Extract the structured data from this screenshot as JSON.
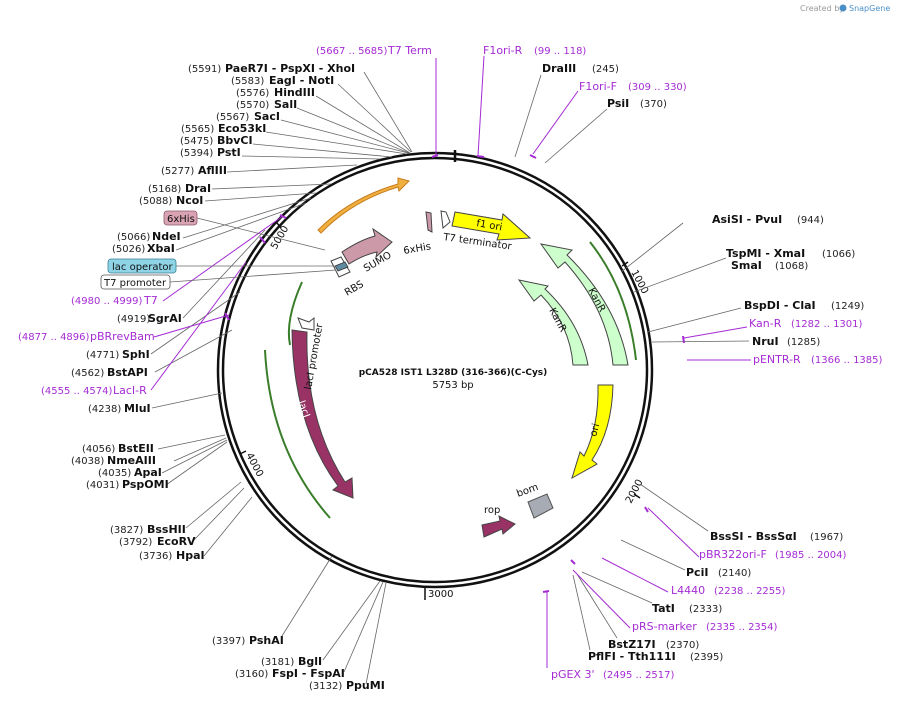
{
  "app": {
    "credit_prefix": "Created by",
    "credit_brand": "SnapGene"
  },
  "plasmid": {
    "name": "pCA528 IST1 L328D (316-366)(C-Cys)",
    "length_label": "5753 bp",
    "length": 5753
  },
  "ticks": [
    "1000",
    "2000",
    "3000",
    "4000",
    "5000"
  ],
  "right_enzymes": [
    {
      "name": "DraIII",
      "pos": "(245)"
    },
    {
      "name": "PsiI",
      "pos": "(370)"
    },
    {
      "name": "AsiSI  - PvuI",
      "pos": "(944)"
    },
    {
      "name": "TspMI  - XmaI",
      "pos": "(1066)"
    },
    {
      "name": "SmaI",
      "pos": "(1068)"
    },
    {
      "name": "BspDI  - ClaI",
      "pos": "(1249)"
    },
    {
      "name": "NruI",
      "pos": "(1285)"
    },
    {
      "name": "BssSI  - BssSαI",
      "pos": "(1967)"
    },
    {
      "name": "PciI",
      "pos": "(2140)"
    },
    {
      "name": "TatI",
      "pos": "(2333)"
    },
    {
      "name": "BstZ17I",
      "pos": "(2370)"
    },
    {
      "name": "PflFI  - Tth111I",
      "pos": "(2395)"
    }
  ],
  "left_enzymes": [
    {
      "pos": "(5591)",
      "name": "PaeR7I  - PspXI  - XhoI"
    },
    {
      "pos": "(5583)",
      "name": "EagI  - NotI"
    },
    {
      "pos": "(5576)",
      "name": "HindIII"
    },
    {
      "pos": "(5570)",
      "name": "SalI"
    },
    {
      "pos": "(5567)",
      "name": "SacI"
    },
    {
      "pos": "(5565)",
      "name": "Eco53kI"
    },
    {
      "pos": "(5475)",
      "name": "BbvCI"
    },
    {
      "pos": "(5394)",
      "name": "PstI"
    },
    {
      "pos": "(5277)",
      "name": "AflIII"
    },
    {
      "pos": "(5168)",
      "name": "DraI"
    },
    {
      "pos": "(5088)",
      "name": "NcoI"
    },
    {
      "pos": "(5066)",
      "name": "NdeI"
    },
    {
      "pos": "(5026)",
      "name": "XbaI"
    },
    {
      "pos": "(4919)",
      "name": "SgrAI"
    },
    {
      "pos": "(4771)",
      "name": "SphI"
    },
    {
      "pos": "(4562)",
      "name": "BstAPI"
    },
    {
      "pos": "(4238)",
      "name": "MluI"
    },
    {
      "pos": "(4056)",
      "name": "BstEII"
    },
    {
      "pos": "(4038)",
      "name": "NmeAIII"
    },
    {
      "pos": "(4035)",
      "name": "ApaI"
    },
    {
      "pos": "(4031)",
      "name": "PspOMI"
    },
    {
      "pos": "(3827)",
      "name": "BssHII"
    },
    {
      "pos": "(3792)",
      "name": "EcoRV"
    },
    {
      "pos": "(3736)",
      "name": "HpaI"
    },
    {
      "pos": "(3397)",
      "name": "PshAI"
    },
    {
      "pos": "(3181)",
      "name": "BglI"
    },
    {
      "pos": "(3160)",
      "name": "FspI  - FspAI"
    },
    {
      "pos": "(3132)",
      "name": "PpuMI"
    }
  ],
  "primers": [
    {
      "name": "T7 Term",
      "range": "(5667 .. 5685)"
    },
    {
      "name": "F1ori-R",
      "range": "(99 .. 118)"
    },
    {
      "name": "F1ori-F",
      "range": "(309 .. 330)"
    },
    {
      "name": "Kan-R",
      "range": "(1282 .. 1301)"
    },
    {
      "name": "pENTR-R",
      "range": "(1366 .. 1385)"
    },
    {
      "name": "pBR322ori-F",
      "range": "(1985 .. 2004)"
    },
    {
      "name": "L4440",
      "range": "(2238 .. 2255)"
    },
    {
      "name": "pRS-marker",
      "range": "(2335 .. 2354)"
    },
    {
      "name": "pGEX 3'",
      "range": "(2495 .. 2517)"
    },
    {
      "name": "T7",
      "range": "(4980 .. 4999)"
    },
    {
      "name": "pBRrevBam",
      "range": "(4877 .. 4896)"
    },
    {
      "name": "LacI-R",
      "range": "(4555 .. 4574)"
    }
  ],
  "left_features": [
    {
      "name": "6xHis",
      "color": "#d9a3b4"
    },
    {
      "name": "lac operator",
      "color": "#8fd3e6"
    },
    {
      "name": "T7 promoter",
      "color": "#ffffff"
    }
  ],
  "features": [
    {
      "name": "f1 ori",
      "color": "#ffff00"
    },
    {
      "name": "KanR",
      "color": "#ccffcc"
    },
    {
      "name": "KanR",
      "color": "#ccffcc"
    },
    {
      "name": "ori",
      "color": "#ffff00"
    },
    {
      "name": "bom",
      "color": "#a7abb3"
    },
    {
      "name": "rop",
      "color": "#993366"
    },
    {
      "name": "lacI",
      "color": "#993366"
    },
    {
      "name": "lacI promoter",
      "color": "#ffffff"
    },
    {
      "name": "SUMO",
      "color": "#cc99a9"
    },
    {
      "name": "RBS",
      "color": "#ffffff"
    },
    {
      "name": "6xHis",
      "color": "#cc99a9"
    },
    {
      "name": "T7 terminator",
      "color": "#ffffff"
    }
  ]
}
